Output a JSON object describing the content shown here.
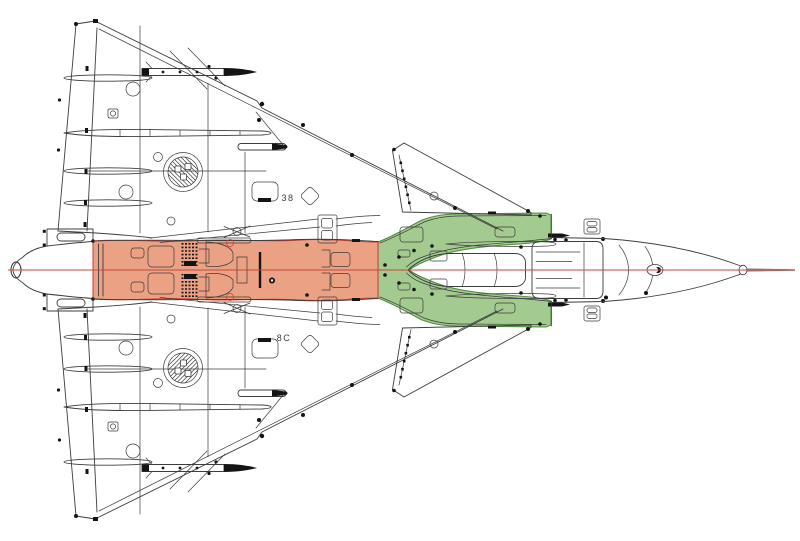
{
  "figure": {
    "description": "Top-view technical line drawing of a delta-wing canard jet aircraft, nose pointing right, with two highlighted fuselage sections",
    "wing_code_top": "38",
    "wing_code_bottom": "8C"
  },
  "regions": [
    {
      "name": "rear-fuselage-highlight",
      "fill": "#eba183",
      "outline": "#d03a28"
    },
    {
      "name": "intake-canard-highlight",
      "fill": "#a3cb8f",
      "outline": "#4e8f3e"
    }
  ],
  "centerline": {
    "color": "#c4473c"
  },
  "linework": {
    "color": "#3c3c3c",
    "detail_black": "#141414"
  }
}
